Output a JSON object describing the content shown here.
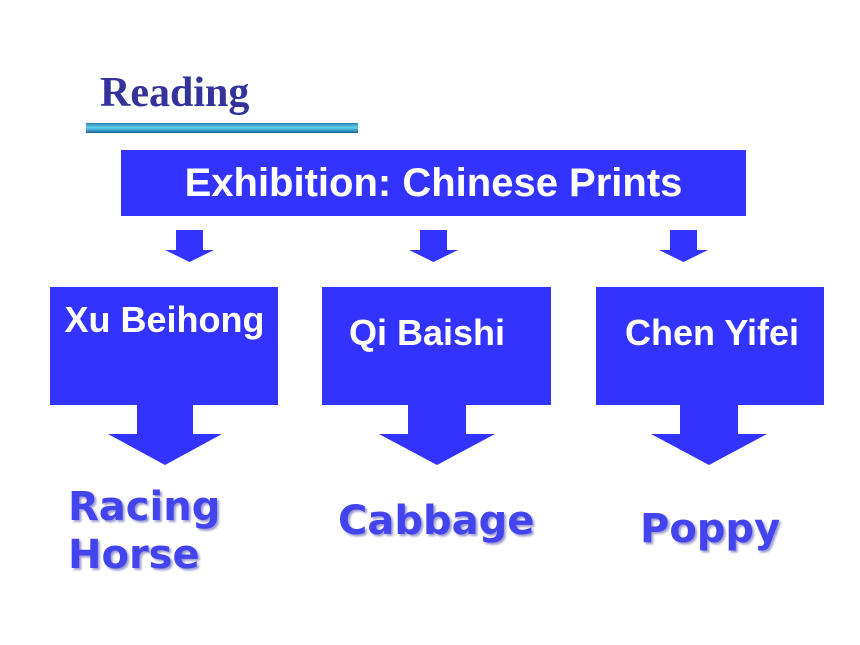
{
  "slide": {
    "heading": "Reading",
    "title": "Exhibition: Chinese Prints",
    "artists": [
      {
        "name": "Xu Beihong",
        "work": "Racing Horse"
      },
      {
        "name": "Qi Baishi",
        "work": "Cabbage"
      },
      {
        "name": "Chen Yifei",
        "work": "Poppy"
      }
    ]
  },
  "colors": {
    "box_fill": "#3333ff",
    "heading_text": "#333399",
    "work_text": "#4444ee",
    "rule_highlight": "#5fd0ee"
  }
}
